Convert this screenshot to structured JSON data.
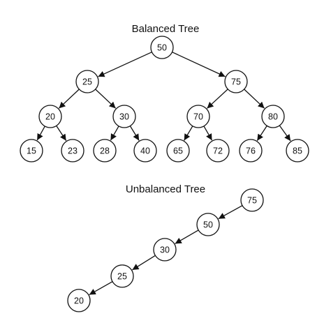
{
  "balanced": {
    "title": "Balanced Tree",
    "nodes": [
      "50",
      "25",
      "75",
      "20",
      "30",
      "70",
      "80",
      "15",
      "23",
      "28",
      "40",
      "65",
      "72",
      "76",
      "85"
    ]
  },
  "unbalanced": {
    "title": "Unbalanced Tree",
    "nodes": [
      "75",
      "50",
      "30",
      "25",
      "20"
    ]
  }
}
